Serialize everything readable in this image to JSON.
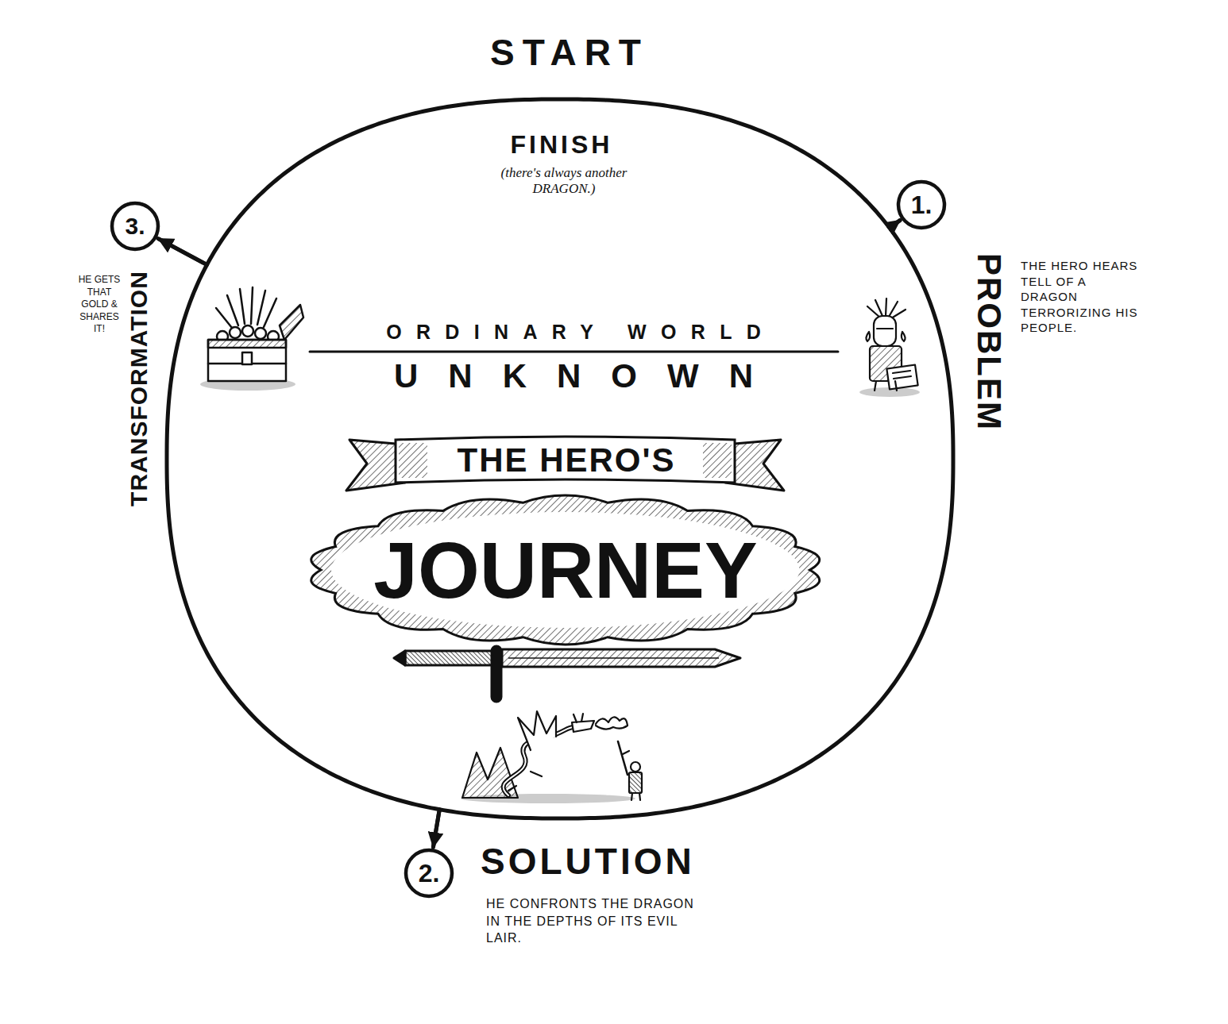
{
  "diagram": {
    "nodes": [
      {
        "text": [
          "1."
        ]
      },
      {
        "text": [
          "2."
        ]
      },
      {
        "text": [
          "3."
        ]
      },
      {
        "text": [
          "THE HERO'S"
        ]
      },
      {
        "text": [
          "JOURNEY"
        ]
      }
    ],
    "edges": [
      {
        "from": 0,
        "to": 1,
        "arrow": "to"
      },
      {
        "from": 1,
        "to": 2,
        "arrow": "to"
      },
      {
        "from": 2,
        "to": 0,
        "arrow": "to"
      }
    ],
    "labels": [
      "START",
      "FINISH",
      "(there's always another DRAGON.)",
      "ORDINARY WORLD",
      "UNKNOWN",
      "PROBLEM",
      "THE HERO HEARS TELL OF A DRAGON TERRORIZING HIS PEOPLE.",
      "SOLUTION",
      "HE CONFRONTS THE DRAGON IN THE DEPTHS OF ITS EVIL LAIR.",
      "TRANSFORMATION",
      "HE GETS THAT GOLD & SHARES IT!"
    ]
  }
}
